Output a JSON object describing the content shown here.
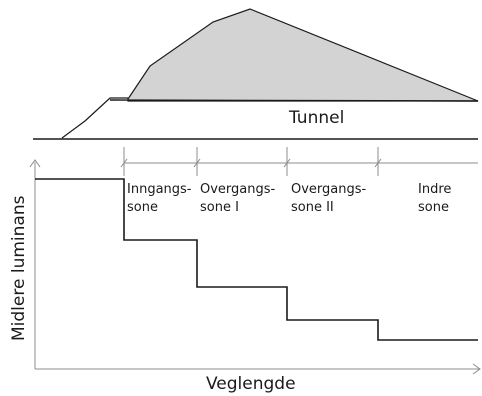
{
  "tunnel_label": "Tunnel",
  "x_axis_label": "Veglengde",
  "y_axis_label": "Midlere luminans",
  "zones": [
    {
      "line1": "Inngangs-",
      "line2": "sone"
    },
    {
      "line1": "Overgangs-",
      "line2": "sone I"
    },
    {
      "line1": "Overgangs-",
      "line2": "sone II"
    },
    {
      "line1": "Indre",
      "line2": "sone"
    }
  ],
  "colors": {
    "line": "#1a1a1a",
    "mountain_fill": "#d3d3d3",
    "zone_marker": "#8c8c8c"
  }
}
